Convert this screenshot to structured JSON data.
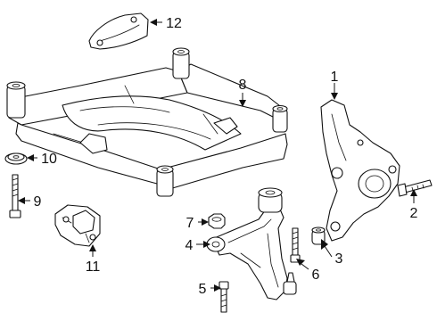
{
  "diagram": {
    "callouts": [
      {
        "id": "1",
        "label": "1"
      },
      {
        "id": "2",
        "label": "2"
      },
      {
        "id": "3",
        "label": "3"
      },
      {
        "id": "4",
        "label": "4"
      },
      {
        "id": "5",
        "label": "5"
      },
      {
        "id": "6",
        "label": "6"
      },
      {
        "id": "7",
        "label": "7"
      },
      {
        "id": "8",
        "label": "8"
      },
      {
        "id": "9",
        "label": "9"
      },
      {
        "id": "10",
        "label": "10"
      },
      {
        "id": "11",
        "label": "11"
      },
      {
        "id": "12",
        "label": "12"
      }
    ],
    "line_color": "#111111",
    "background_color": "#ffffff"
  }
}
